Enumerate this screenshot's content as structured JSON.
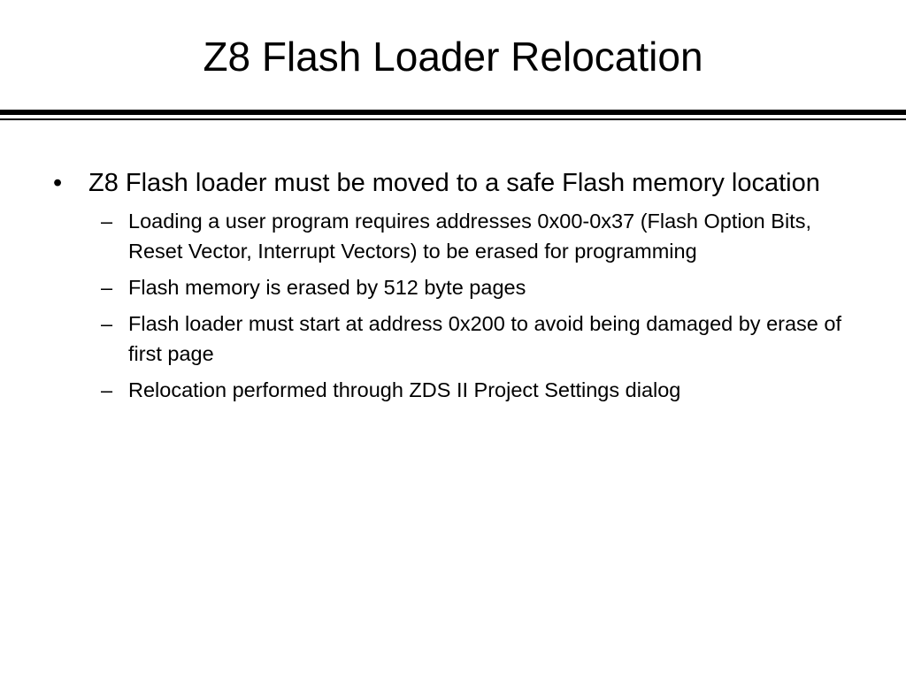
{
  "slide": {
    "title": "Z8 Flash Loader Relocation",
    "bullets": [
      {
        "marker": "•",
        "text": "Z8 Flash loader must be moved to a safe Flash memory location",
        "sub_items": [
          {
            "marker": "–",
            "text": "Loading a user program requires addresses 0x00-0x37 (Flash Option Bits, Reset Vector, Interrupt Vectors) to be erased for programming"
          },
          {
            "marker": "–",
            "text": "Flash memory is erased by 512 byte pages"
          },
          {
            "marker": "–",
            "text": "Flash loader must start at address 0x200 to avoid being damaged by erase of first page"
          },
          {
            "marker": "–",
            "text": "Relocation performed through ZDS II Project Settings dialog"
          }
        ]
      }
    ]
  }
}
